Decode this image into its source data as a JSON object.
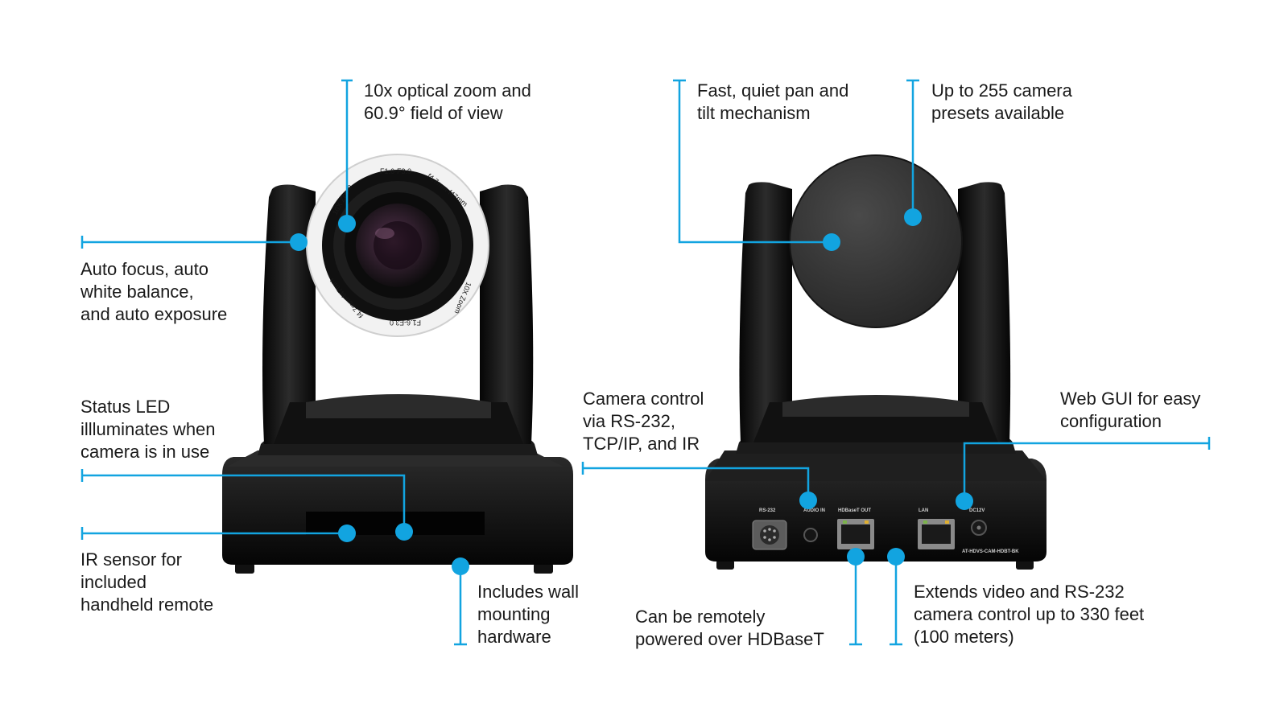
{
  "accent_color": "#12a4e0",
  "front_camera": {
    "lens_markings": [
      "F1.6-F3.0",
      "f4.7mm-f47mm",
      "10X Zoom"
    ]
  },
  "rear_camera": {
    "ports": [
      "RS-232",
      "AUDIO IN",
      "HDBaseT OUT",
      "LAN",
      "DC12V"
    ],
    "model_text": "AT-HDVS-CAM-HDBT-BK"
  },
  "callouts": {
    "zoom": [
      "10x optical zoom and",
      "60.9° field of view"
    ],
    "auto": [
      "Auto focus, auto",
      "white balance,",
      "and auto exposure"
    ],
    "led": [
      "Status LED",
      "illluminates when",
      "camera is in use"
    ],
    "ir": [
      "IR sensor for",
      "included",
      "handheld remote"
    ],
    "wall": [
      "Includes wall",
      "mounting",
      "hardware"
    ],
    "pan": [
      "Fast, quiet pan and",
      "tilt mechanism"
    ],
    "presets": [
      "Up to 255 camera",
      "presets available"
    ],
    "control": [
      "Camera control",
      "via RS-232,",
      "TCP/IP, and IR"
    ],
    "webgui": [
      "Web GUI for easy",
      "configuration"
    ],
    "power": [
      "Can be remotely",
      "powered over HDBaseT"
    ],
    "extend": [
      "Extends video and RS-232",
      "camera control up to 330 feet",
      "(100 meters)"
    ]
  }
}
